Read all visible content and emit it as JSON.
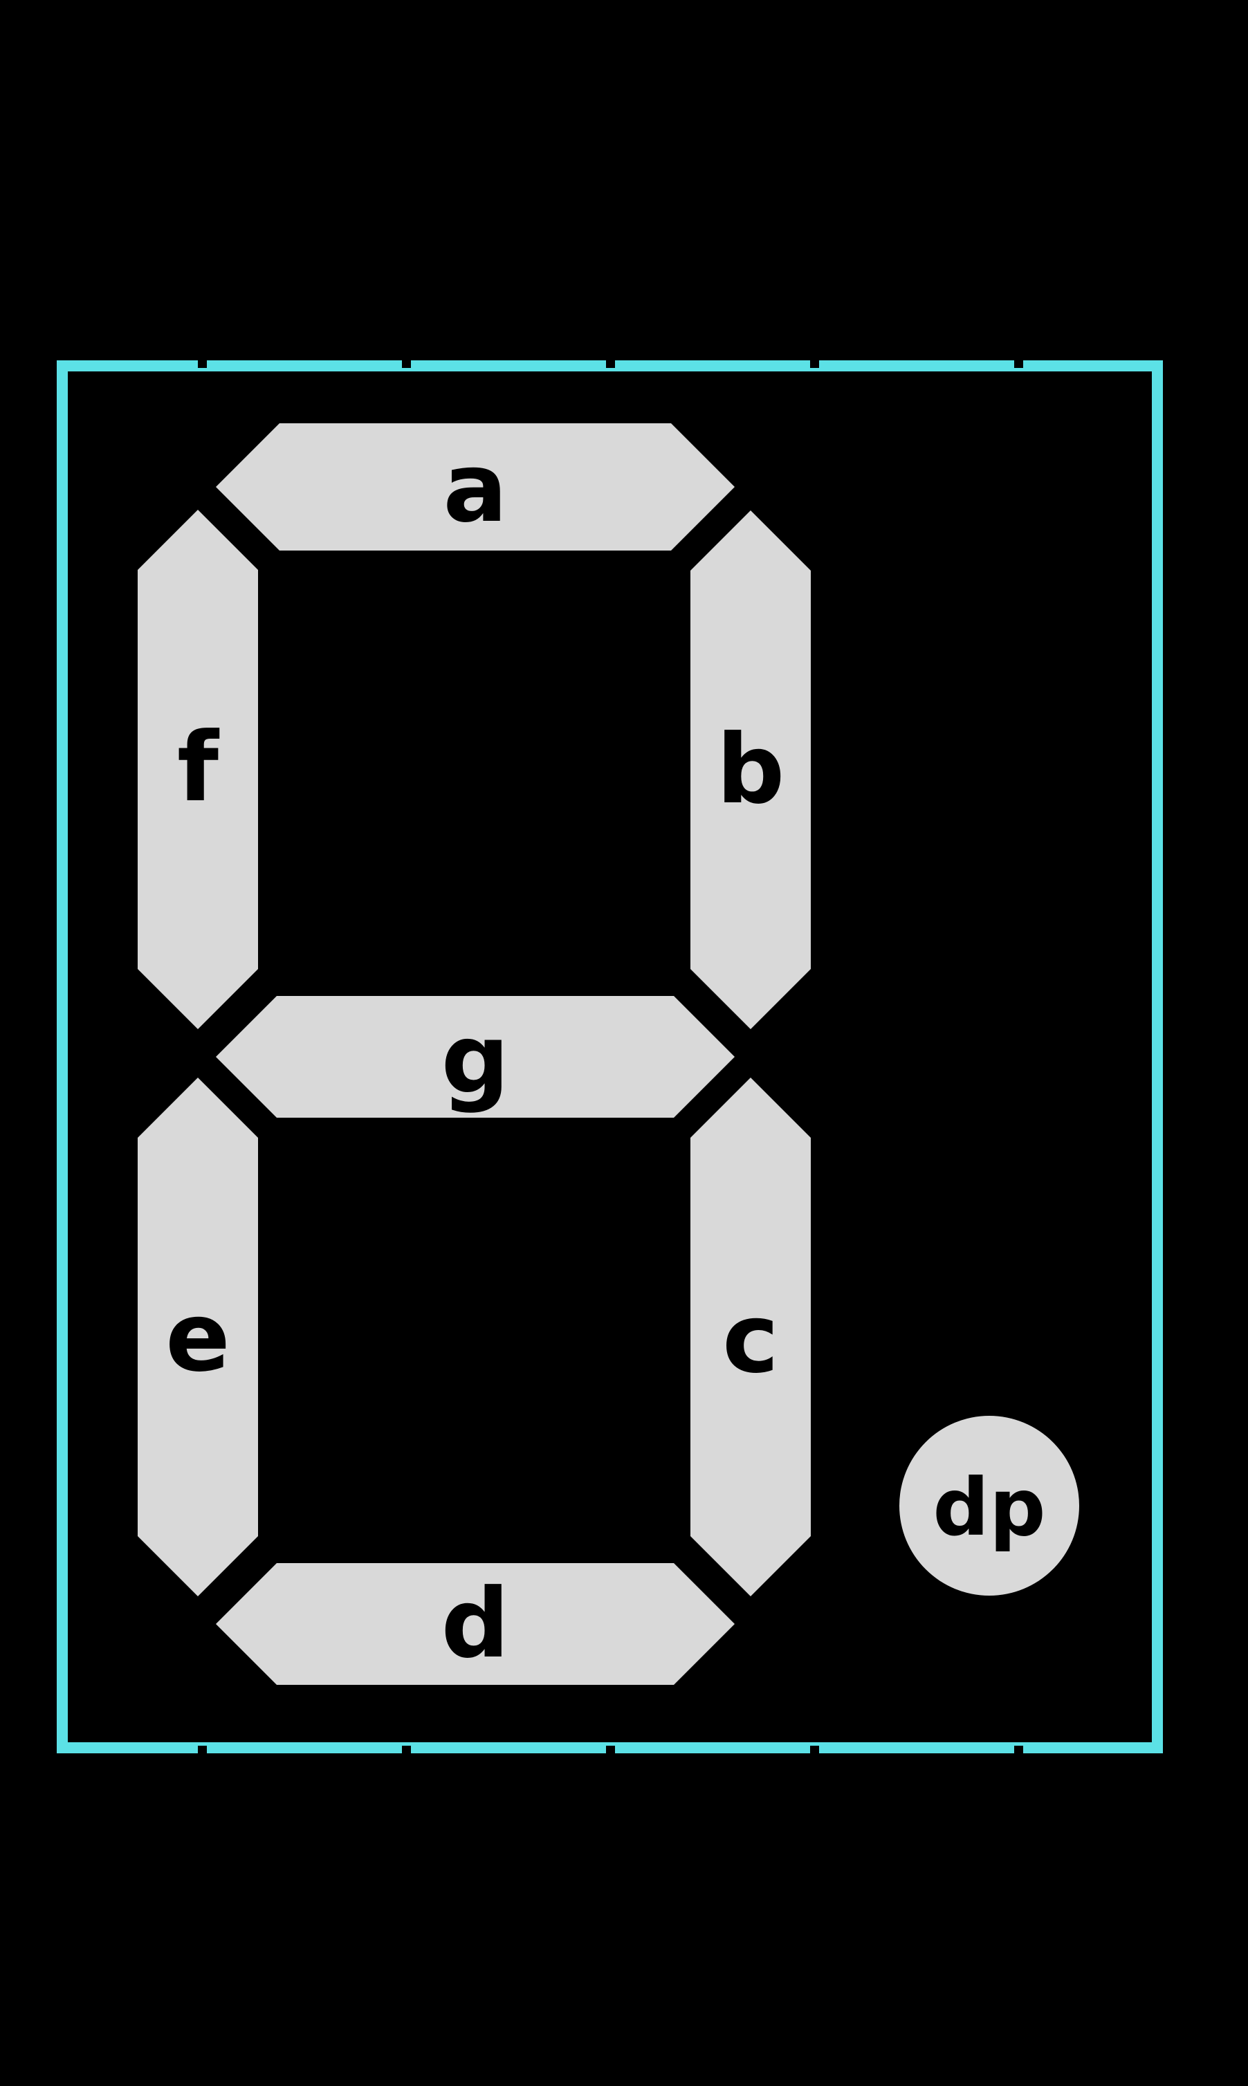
{
  "diagram": {
    "name": "seven-segment-display",
    "labels": {
      "a": "a",
      "b": "b",
      "c": "c",
      "d": "d",
      "e": "e",
      "f": "f",
      "g": "g",
      "dp": "dp"
    },
    "pin_ticks": {
      "top_count": 5,
      "bottom_count": 5
    }
  },
  "colors": {
    "background": "#000000",
    "outline": "#5CE1E6",
    "segment": "#D9D9D9",
    "label": "#000000"
  }
}
